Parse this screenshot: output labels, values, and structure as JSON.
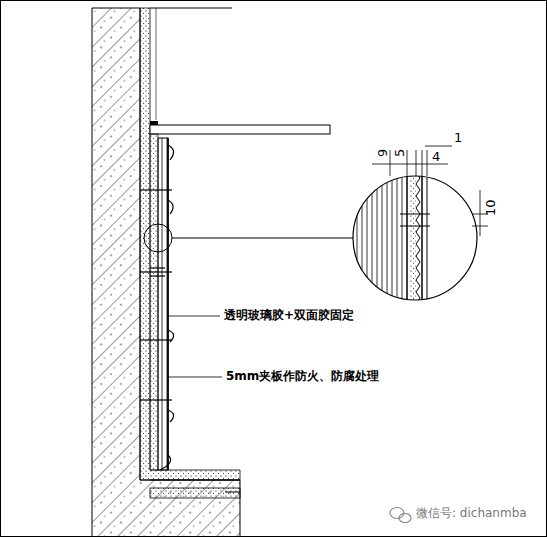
{
  "diagram": {
    "labels": [
      "透明玻璃胶+双面胶固定",
      "5mm夹板作防火、防腐处理",
      "9",
      "5",
      "4",
      "1",
      "10",
      "微信号: dichanmba"
    ]
  }
}
